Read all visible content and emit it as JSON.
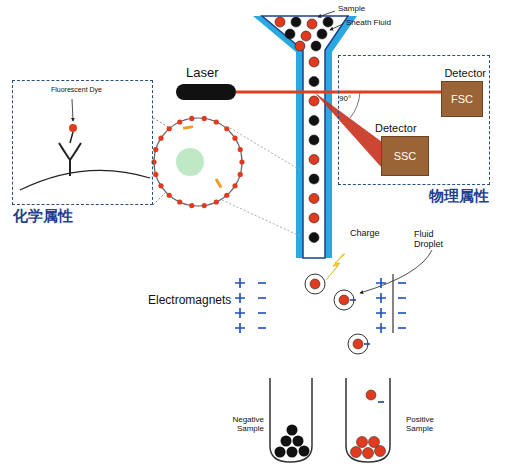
{
  "diagram": {
    "nodes": [
      {
        "text": [
          "Fluorescent Dye",
          "化学属性"
        ]
      },
      {
        "text": [
          "Laser"
        ]
      },
      {
        "text": [
          "物理属性"
        ]
      },
      {
        "text": [
          "Detector",
          "FSC"
        ],
        "in": 2
      },
      {
        "text": [
          "Detector",
          "SSC"
        ],
        "in": 2
      }
    ],
    "edges": [
      {
        "from": 1,
        "to": 3,
        "arrow": "none"
      }
    ],
    "labels": [
      "Sample",
      "Sheath Fluid",
      "90°",
      "Charge",
      "Fluid Droplet",
      "Electromagnets",
      "Negative Sample",
      "Positive Sample"
    ]
  }
}
